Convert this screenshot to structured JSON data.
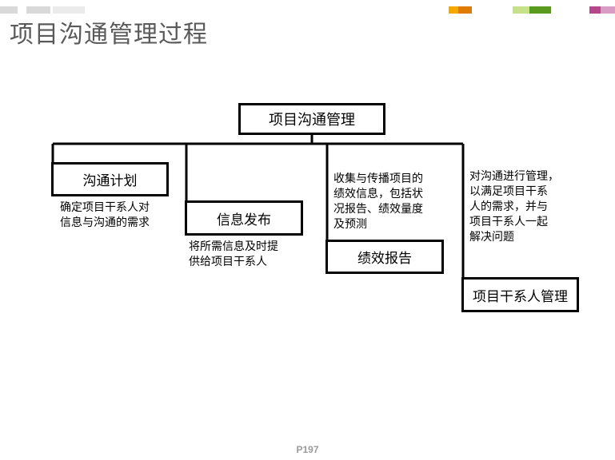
{
  "page": {
    "title": "项目沟通管理过程",
    "footer": "P197"
  },
  "decor": {
    "colors": [
      "#d9d9d9",
      "#f5a800",
      "#e07b00",
      "#c7e08a",
      "#5a9a1e",
      "#b4488a",
      "#d99cc4"
    ]
  },
  "diagram": {
    "root": "项目沟通管理",
    "processes": [
      {
        "label": "沟通计划",
        "description": [
          "确定项目干系人对",
          "信息与沟通的需求"
        ]
      },
      {
        "label": "信息发布",
        "description": [
          "将所需信息及时提",
          "供给项目干系人"
        ]
      },
      {
        "label": "绩效报告",
        "description": [
          "收集与传播项目的",
          "绩效信息，包括状",
          "况报告、绩效量度",
          "及预测"
        ]
      },
      {
        "label": "项目干系人管理",
        "description": [
          "对沟通进行管理，",
          "以满足项目干系",
          "人的需求，并与",
          "项目干系人一起",
          "解决问题"
        ]
      }
    ]
  }
}
